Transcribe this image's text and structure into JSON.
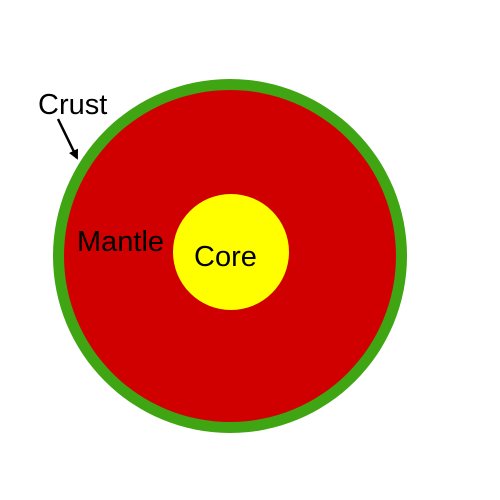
{
  "labels": {
    "crust": "Crust",
    "mantle": "Mantle",
    "core": "Core"
  },
  "colors": {
    "crust": "#3fa512",
    "mantle": "#d10000",
    "core": "#ffff00",
    "text": "#000000",
    "arrow": "#000000"
  }
}
